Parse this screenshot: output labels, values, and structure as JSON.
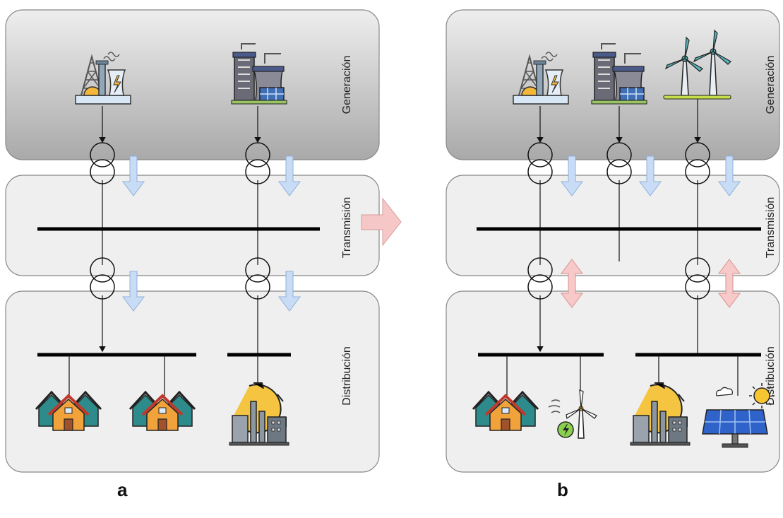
{
  "layers": {
    "generation": "Generación",
    "transmission": "Transmisión",
    "distribution": "Distribución"
  },
  "panels": {
    "a": "a",
    "b": "b"
  },
  "colors": {
    "generation_box": "#bdbdbd",
    "layer_box": "#efefef",
    "flow_down_arrow": "#c9dcf5",
    "flow_bidirectional_arrow": "#f7c9c9",
    "transition_arrow": "#f6c7c7"
  },
  "icons": {
    "panel_a_generation": [
      "nuclear-power-plant-icon",
      "thermal-power-plant-icon"
    ],
    "panel_a_loads": [
      "houses-icon",
      "houses-icon",
      "factory-icon"
    ],
    "panel_b_generation": [
      "nuclear-power-plant-icon",
      "thermal-power-plant-icon",
      "wind-farm-icon"
    ],
    "panel_b_loads": [
      "houses-icon",
      "small-wind-turbine-icon",
      "factory-icon",
      "solar-panel-icon"
    ]
  }
}
